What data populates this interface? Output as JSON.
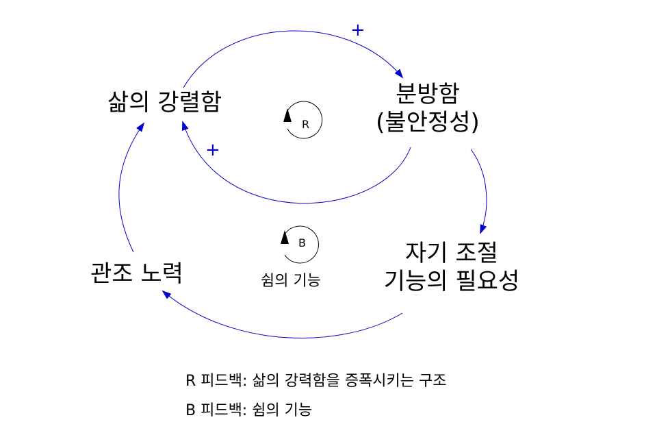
{
  "nodes": {
    "life_intensity": "삶의 강렬함",
    "distraction_line1": "분방함",
    "distraction_line2": "(불안정성)",
    "self_regulation_line1": "자기 조절",
    "self_regulation_line2": "기능의 필요성",
    "contemplation_effort": "관조 노력"
  },
  "link_polarities": {
    "life_to_distraction": "+",
    "distraction_to_life": "+"
  },
  "loops": {
    "reinforcing": {
      "letter": "R"
    },
    "balancing": {
      "letter": "B",
      "caption": "쉼의 기능"
    }
  },
  "legend": {
    "line_r": "R 피드백: 삶의 강력함을 증폭시키는 구조",
    "line_b": "B 피드백: 쉼의 기능"
  },
  "colors": {
    "arrow": "#0000cc",
    "polarity": "#0000cc",
    "text": "#000000"
  }
}
